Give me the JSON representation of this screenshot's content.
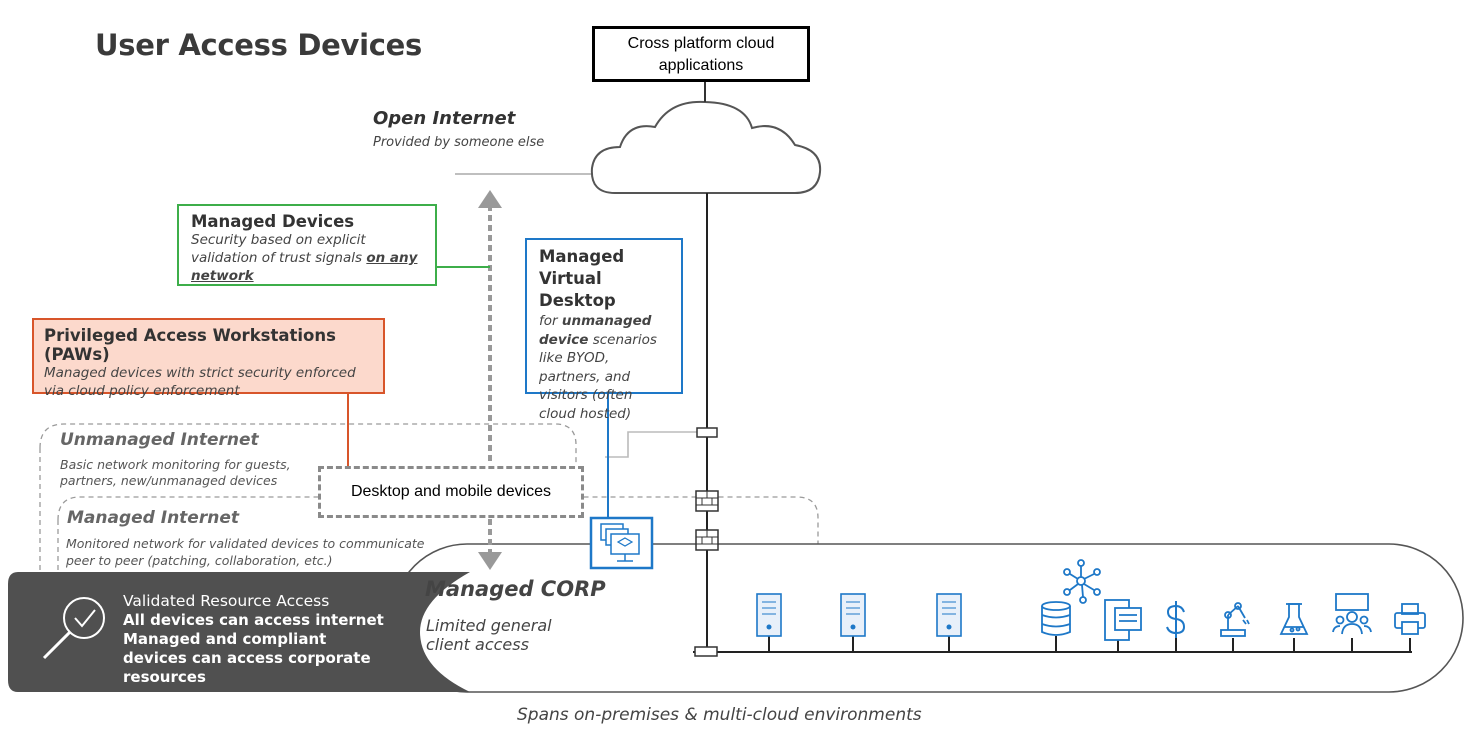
{
  "title": "User Access Devices",
  "cloud_box": {
    "label": "Cross platform cloud applications"
  },
  "open_internet": {
    "title": "Open Internet",
    "subtitle": "Provided by someone else"
  },
  "managed_devices": {
    "title": "Managed Devices",
    "desc_part1": "Security based on explicit validation of trust signals ",
    "desc_emph": "on any network",
    "border_color": "#3dae4a"
  },
  "managed_virtual_desktop": {
    "title": "Managed Virtual Desktop",
    "desc_part1": "for ",
    "desc_emph": "unmanaged device",
    "desc_part2": " scenarios like BYOD, partners, and visitors (often cloud hosted)",
    "border_color": "#1e78c8"
  },
  "paw": {
    "title": "Privileged Access Workstations (PAWs)",
    "desc": "Managed devices with strict security enforced via cloud policy enforcement",
    "fill_color": "#fcd9cc",
    "border_color": "#d8552a"
  },
  "unmanaged_internet": {
    "title": "Unmanaged Internet",
    "desc": "Basic network monitoring for guests, partners, new/unmanaged devices"
  },
  "desktop_mobile": {
    "label": "Desktop and mobile devices"
  },
  "managed_internet": {
    "title": "Managed Internet",
    "desc": "Monitored network for validated devices to communicate peer to peer (patching, collaboration, etc.)"
  },
  "managed_corp": {
    "title": "Managed CORP",
    "desc": "Limited general client access"
  },
  "validated_access": {
    "title": "Validated Resource Access",
    "line1": "All devices can access internet",
    "line2": "Managed and compliant devices can access corporate resources",
    "fill_color": "#505050"
  },
  "footer": "Spans on-premises & multi-cloud environments",
  "resource_icons": [
    "server-icon",
    "server-icon",
    "server-icon",
    "database-network-icon",
    "file-share-icon",
    "dollar-icon",
    "robot-arm-icon",
    "lab-flask-icon",
    "people-presentation-icon",
    "printer-icon"
  ],
  "colors": {
    "accent_blue": "#1e78c8",
    "network_line": "#222222",
    "dashed_gray": "#9a9a9a"
  }
}
